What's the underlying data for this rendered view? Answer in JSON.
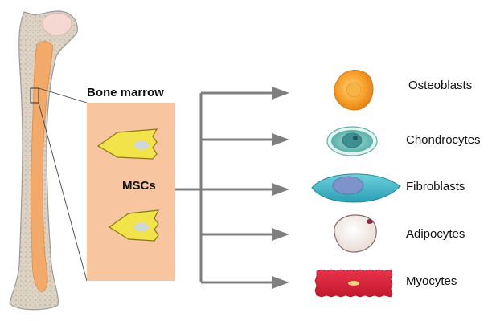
{
  "labels": {
    "bone_marrow": "Bone marrow",
    "mscs": "MSCs"
  },
  "cell_types": [
    {
      "name": "Osteoblasts",
      "icon": "osteoblast-cell-icon"
    },
    {
      "name": "Chondrocytes",
      "icon": "chondrocyte-cell-icon"
    },
    {
      "name": "Fibroblasts",
      "icon": "fibroblast-cell-icon"
    },
    {
      "name": "Adipocytes",
      "icon": "adipocyte-cell-icon"
    },
    {
      "name": "Myocytes",
      "icon": "myocyte-cell-icon"
    }
  ],
  "colors": {
    "bone_outline": "#9a9a9a",
    "bone_spongy": "#ddd3c5",
    "marrow": "#f2a96a",
    "marrow_box": "#f7c59f",
    "msc_fill": "#f2e34a",
    "arrow": "#7f7f7f"
  }
}
